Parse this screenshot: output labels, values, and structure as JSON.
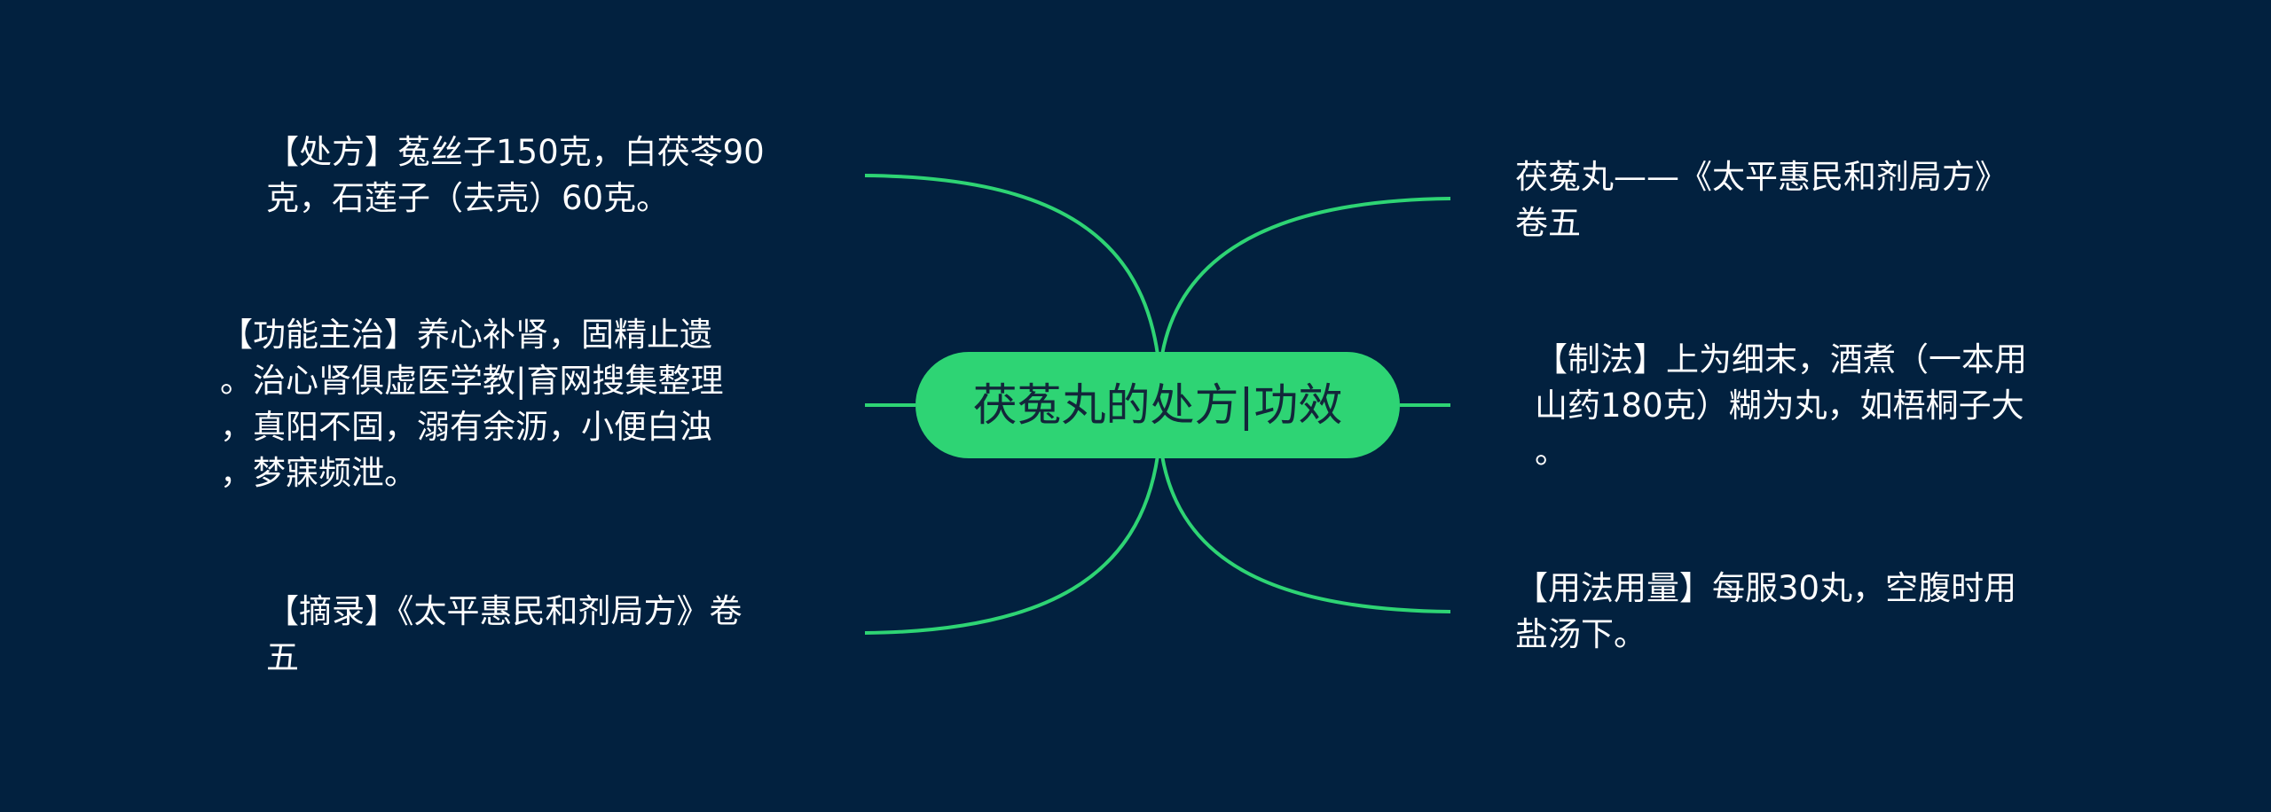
{
  "colors": {
    "background": "#02213f",
    "center_fill": "#2ed474",
    "center_text": "#13263a",
    "link": "#2ed474",
    "branch_text": "#ffffff"
  },
  "center": {
    "label": "茯菟丸的处方|功效"
  },
  "left_branches": [
    {
      "text": "【处方】菟丝子150克，白茯苓90\n克，石莲子（去壳）60克。"
    },
    {
      "text": "【功能主治】养心补肾，固精止遗\n。治心肾俱虚医学教|育网搜集整理\n，真阳不固，溺有余沥，小便白浊\n，梦寐频泄。"
    },
    {
      "text": "【摘录】《太平惠民和剂局方》卷\n五"
    }
  ],
  "right_branches": [
    {
      "text": "茯菟丸——《太平惠民和剂局方》\n卷五"
    },
    {
      "text": "【制法】上为细末，酒煮（一本用\n山药180克）糊为丸，如梧桐子大\n。"
    },
    {
      "text": "【用法用量】每服30丸，空腹时用\n盐汤下。"
    }
  ]
}
